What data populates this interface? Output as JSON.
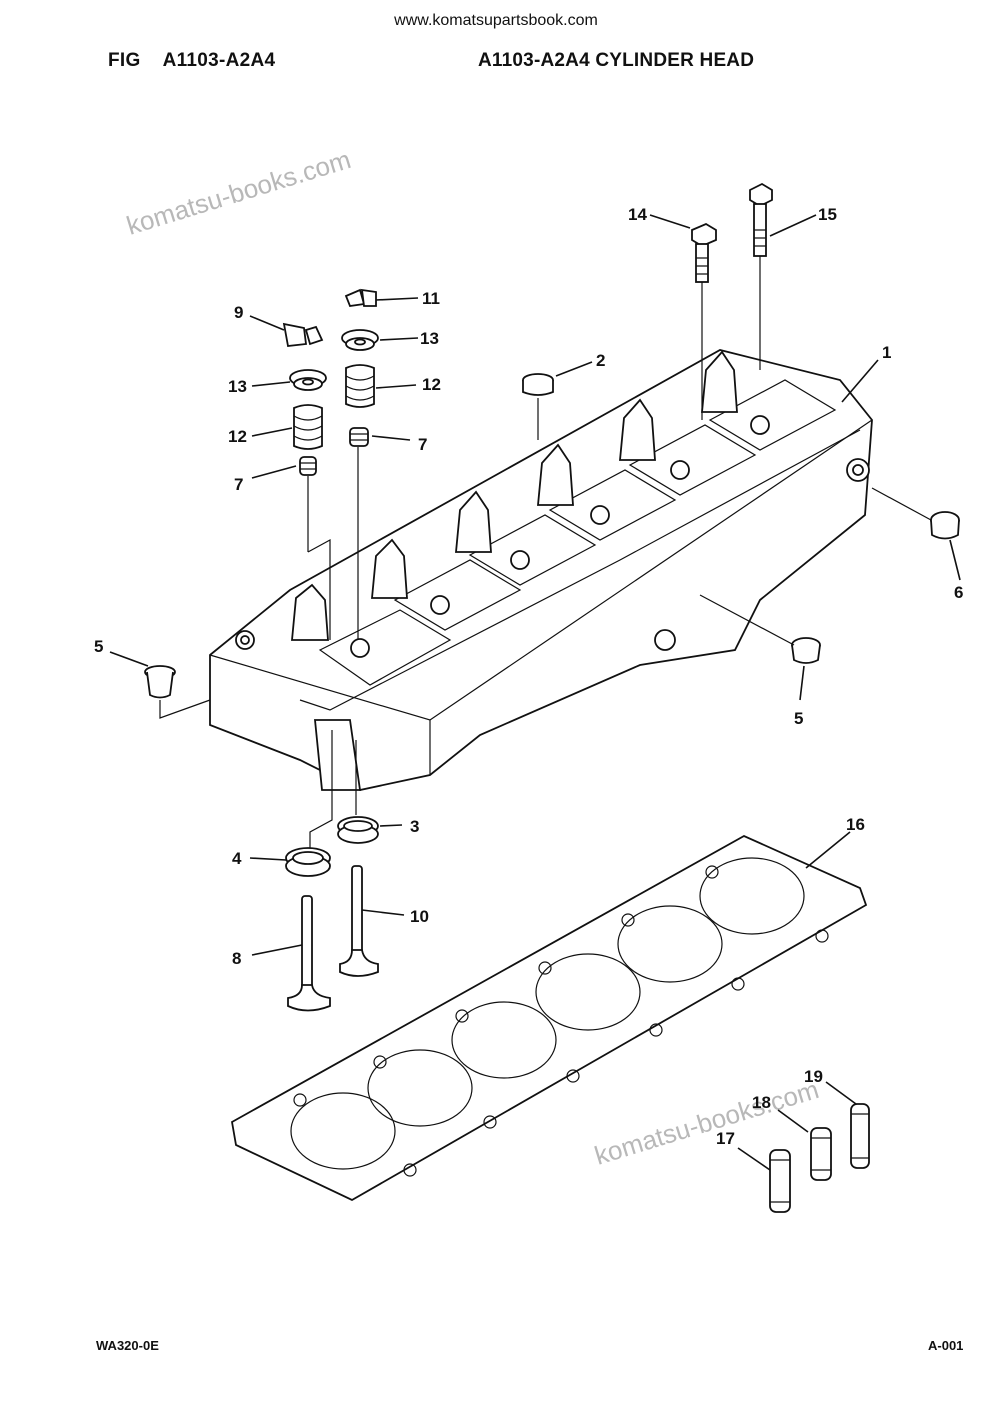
{
  "header": {
    "site_url": "www.komatsupartsbook.com",
    "fig_prefix": "FIG",
    "fig_code": "A1103-A2A4",
    "title": "A1103-A2A4 CYLINDER HEAD"
  },
  "watermark": {
    "text": "komatsu-books.com"
  },
  "callouts": {
    "c1": "1",
    "c2": "2",
    "c3": "3",
    "c4": "4",
    "c5a": "5",
    "c5b": "5",
    "c6": "6",
    "c7a": "7",
    "c7b": "7",
    "c8": "8",
    "c9": "9",
    "c10": "10",
    "c11": "11",
    "c12a": "12",
    "c12b": "12",
    "c13a": "13",
    "c13b": "13",
    "c14": "14",
    "c15": "15",
    "c16": "16",
    "c17": "17",
    "c18": "18",
    "c19": "19"
  },
  "footer": {
    "model": "WA320-0E",
    "page": "A-001"
  }
}
